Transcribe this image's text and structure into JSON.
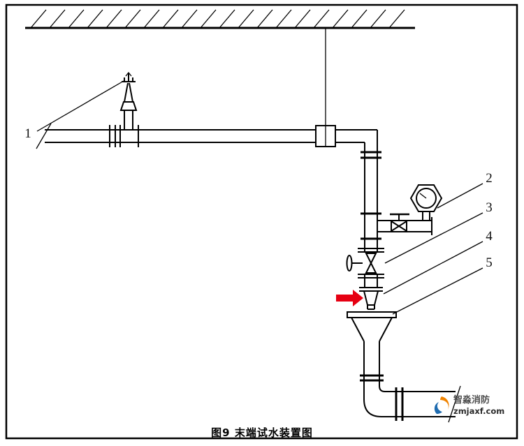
{
  "figure": {
    "caption": "图9 末端试水装置图",
    "arrow_color": "#e60012",
    "callouts": [
      {
        "label": "1",
        "target": "sprinkler-head"
      },
      {
        "label": "2",
        "target": "pressure-gauge"
      },
      {
        "label": "3",
        "target": "test-valve"
      },
      {
        "label": "4",
        "target": "test-connector"
      },
      {
        "label": "5",
        "target": "drain-funnel"
      }
    ]
  },
  "watermark": {
    "brand": "智淼消防",
    "domain": "zmjaxf.com",
    "logo_orange": "#f08300",
    "logo_blue": "#1f6cb0"
  }
}
